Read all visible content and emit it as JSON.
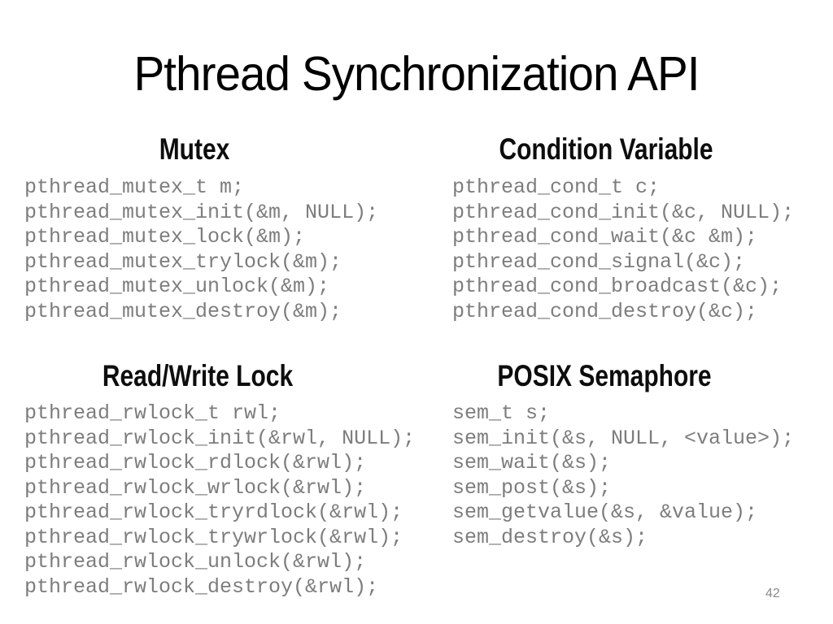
{
  "slide": {
    "title": "Pthread Synchronization API",
    "page_number": "42",
    "colors": {
      "background": "#ffffff",
      "title_text": "#000000",
      "heading_text": "#0d0d0d",
      "code_text": "#7d7d7d",
      "page_number_text": "#8a8a8a"
    },
    "sections": [
      {
        "heading": "Mutex",
        "code": [
          "pthread_mutex_t m;",
          "pthread_mutex_init(&m, NULL);",
          "pthread_mutex_lock(&m);",
          "pthread_mutex_trylock(&m);",
          "pthread_mutex_unlock(&m);",
          "pthread_mutex_destroy(&m);"
        ]
      },
      {
        "heading": "Condition Variable",
        "code": [
          "pthread_cond_t c;",
          "pthread_cond_init(&c, NULL);",
          "pthread_cond_wait(&c &m);",
          "pthread_cond_signal(&c);",
          "pthread_cond_broadcast(&c);",
          "pthread_cond_destroy(&c);"
        ]
      },
      {
        "heading": "Read/Write Lock",
        "code": [
          "pthread_rwlock_t rwl;",
          "pthread_rwlock_init(&rwl, NULL);",
          "pthread_rwlock_rdlock(&rwl);",
          "pthread_rwlock_wrlock(&rwl);",
          "pthread_rwlock_tryrdlock(&rwl);",
          "pthread_rwlock_trywrlock(&rwl);",
          "pthread_rwlock_unlock(&rwl);",
          "pthread_rwlock_destroy(&rwl);"
        ]
      },
      {
        "heading": "POSIX Semaphore",
        "code": [
          "sem_t s;",
          "sem_init(&s, NULL, <value>);",
          "sem_wait(&s);",
          "sem_post(&s);",
          "sem_getvalue(&s, &value);",
          "sem_destroy(&s);"
        ]
      }
    ]
  }
}
